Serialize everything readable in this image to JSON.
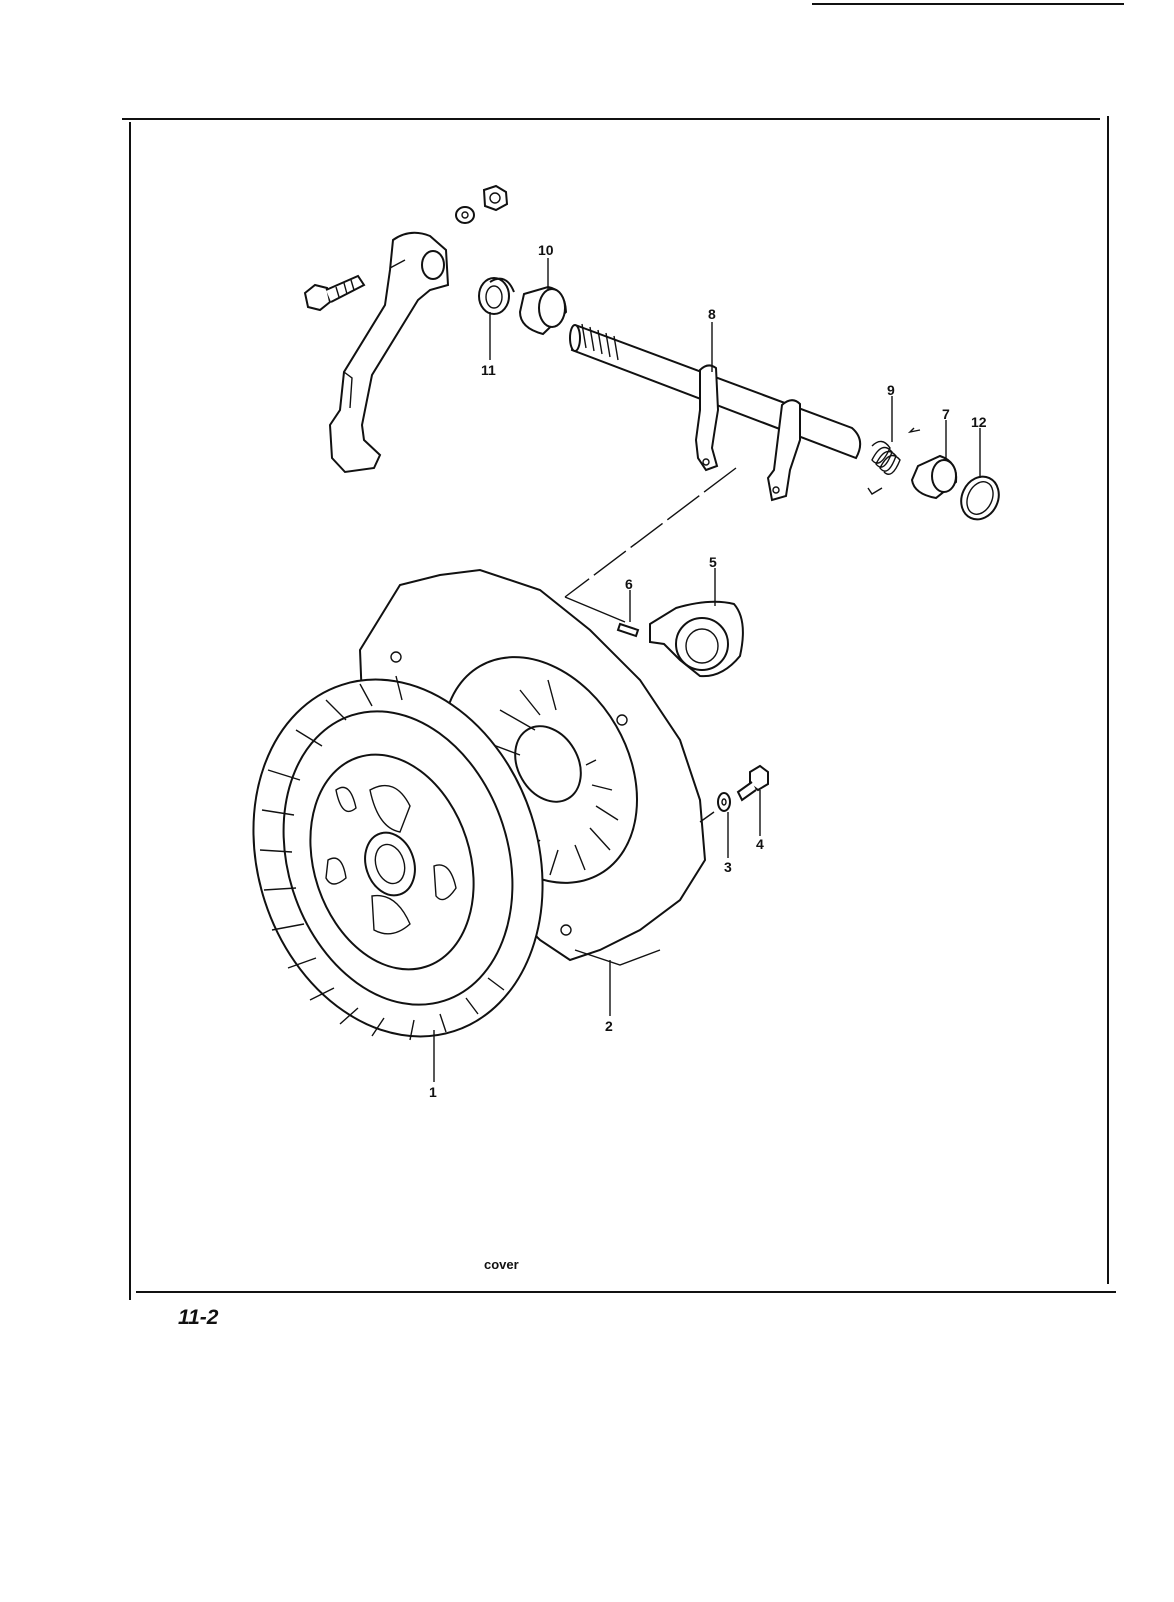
{
  "callouts": {
    "c1": "1",
    "c2": "2",
    "c3": "3",
    "c4": "4",
    "c5": "5",
    "c6": "6",
    "c7": "7",
    "c8": "8",
    "c9": "9",
    "c10": "10",
    "c11": "11",
    "c12": "12"
  },
  "caption": "cover",
  "page_number": "11-2"
}
